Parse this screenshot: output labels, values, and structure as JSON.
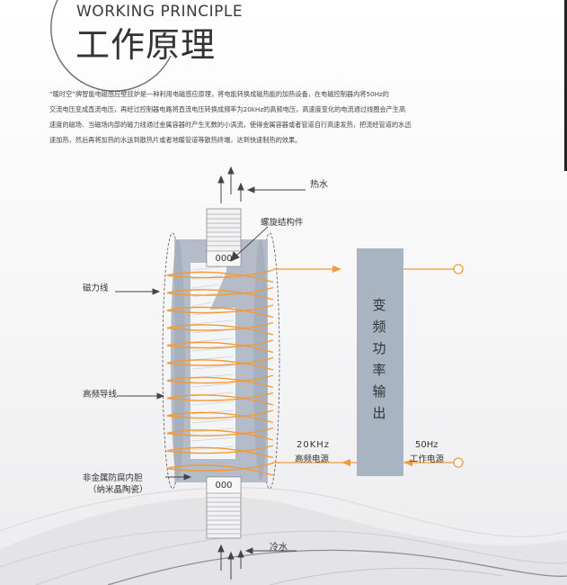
{
  "header": {
    "title_en": "WORKING PRINCIPLE",
    "title_cn": "工作原理"
  },
  "description": [
    "“暖时空”牌智能电磁感应壁挂炉是一种利用电磁感应原理，将电能转换成磁热能的加热设备，在电磁控制器内将50Hz的",
    "交流电压变成直流电压，再经过控制器电路将直流电压转换成频率为20kHz的高频电压，高速度变化的电流通过线圈会产生高",
    "速度的磁场、当磁场内部的磁力线通过金属容器时产生无数的小涡流，使得金属容器或者管道自行高速发热，把流经管道的水迅",
    "速加热，然后再将加热的水送到散热片或者地暖管道等散热终端，达到快速制热的效果。"
  ],
  "diagram": {
    "labels": {
      "hot_water": "热水",
      "spiral": "螺旋结构件",
      "magnetic_lines": "磁力线",
      "hf_wire": "高频导线",
      "liner_line1": "非金属防腐内胆",
      "liner_line2": "（纳米晶陶瓷）",
      "cold_water": "冷水",
      "hf_freq": "20KHz",
      "hf_source": "高频电源",
      "mains_freq": "50Hz",
      "mains_source": "工作电源",
      "port_marks": "000"
    },
    "converter_chars": [
      "变",
      "频",
      "功",
      "率",
      "输",
      "出"
    ],
    "colors": {
      "coil": "#f29a35",
      "panel": "#a9b4c2",
      "core": "#b3bcc8",
      "arrow": "#555555"
    }
  }
}
